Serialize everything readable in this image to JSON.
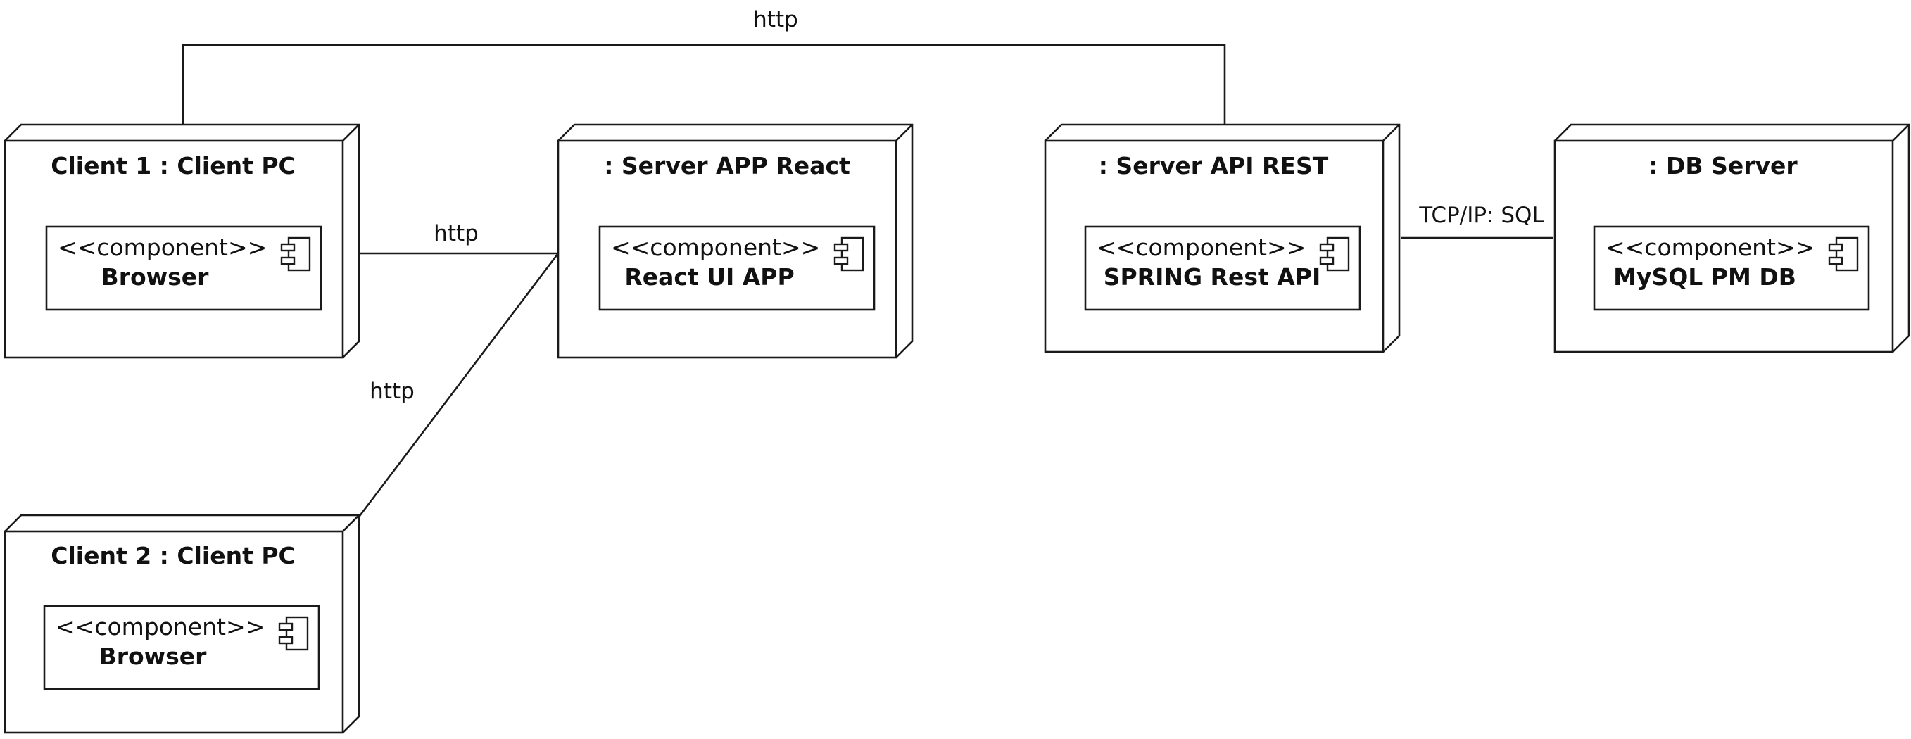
{
  "diagram": {
    "type": "uml-deployment",
    "nodes": [
      {
        "id": "client1",
        "title": "Client 1  : Client PC",
        "component": {
          "stereotype": "<<component>>",
          "name": "Browser"
        }
      },
      {
        "id": "server_react",
        "title": ": Server APP React",
        "component": {
          "stereotype": "<<component>>",
          "name": "React UI APP"
        }
      },
      {
        "id": "server_api",
        "title": ": Server API REST",
        "component": {
          "stereotype": "<<component>>",
          "name": "SPRING Rest API"
        }
      },
      {
        "id": "db_server",
        "title": ": DB Server",
        "component": {
          "stereotype": "<<component>>",
          "name": "MySQL PM DB"
        }
      },
      {
        "id": "client2",
        "title": "Client 2  : Client PC",
        "component": {
          "stereotype": "<<component>>",
          "name": "Browser"
        }
      }
    ],
    "edges": [
      {
        "id": "e_client1_api",
        "from": "client1",
        "to": "server_api",
        "label": "http"
      },
      {
        "id": "e_client1_react",
        "from": "client1",
        "to": "server_react",
        "label": "http"
      },
      {
        "id": "e_client2_react",
        "from": "client2",
        "to": "server_react",
        "label": "http"
      },
      {
        "id": "e_api_db",
        "from": "server_api",
        "to": "db_server",
        "label": "TCP/IP: SQL"
      }
    ]
  }
}
